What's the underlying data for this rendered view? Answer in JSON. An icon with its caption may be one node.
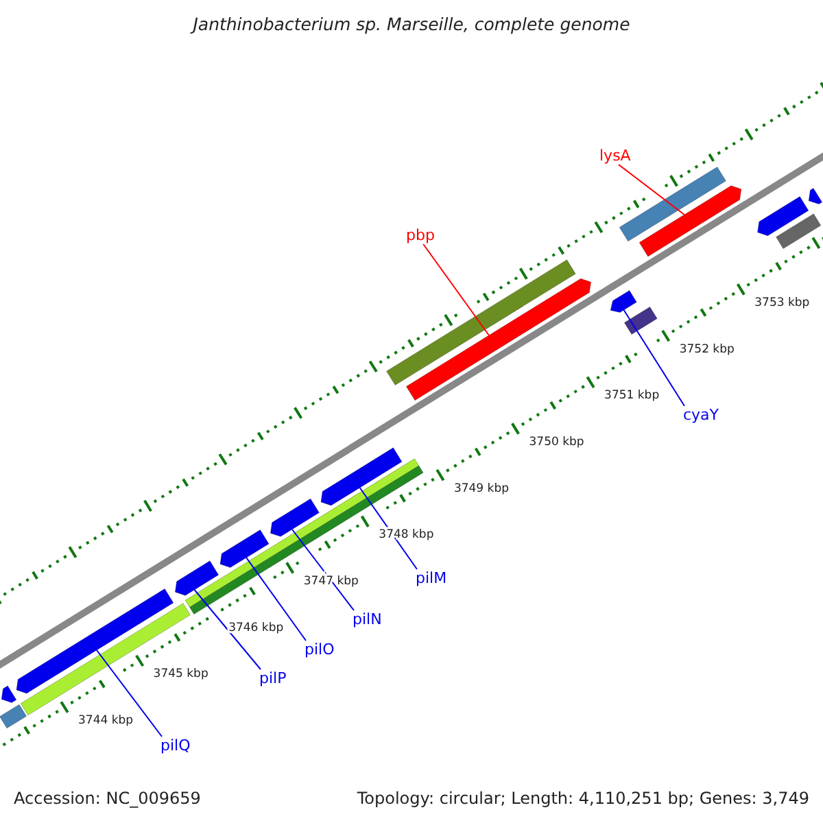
{
  "diagram": {
    "title": "Janthinobacterium sp. Marseille, complete genome",
    "nodes": [
      {
        "text": [
          "lysA"
        ]
      },
      {
        "text": [
          "pbp"
        ]
      },
      {
        "text": [
          "cyaY"
        ]
      },
      {
        "text": [
          "pilM"
        ]
      },
      {
        "text": [
          "pilN"
        ]
      },
      {
        "text": [
          "pilO"
        ]
      },
      {
        "text": [
          "pilP"
        ]
      },
      {
        "text": [
          "pilQ"
        ]
      },
      {
        "text": [],
        "shape": "bar"
      },
      {
        "text": [],
        "shape": "bar"
      },
      {
        "text": [],
        "shape": "bar"
      },
      {
        "text": [],
        "shape": "bar"
      },
      {
        "text": [],
        "shape": "bar"
      },
      {
        "text": [],
        "shape": "bar"
      },
      {
        "text": [],
        "shape": "bar"
      },
      {
        "text": [],
        "shape": "bar"
      },
      {
        "text": [],
        "shape": "bar"
      },
      {
        "text": [],
        "shape": "bar"
      },
      {
        "text": [],
        "shape": "bar"
      },
      {
        "text": [],
        "shape": "bar"
      },
      {
        "text": [],
        "shape": "bar"
      },
      {
        "text": [],
        "shape": "bar"
      },
      {
        "text": [],
        "shape": "bar"
      },
      {
        "text": [],
        "shape": "bar"
      },
      {
        "text": [],
        "shape": "bar"
      },
      {
        "text": [],
        "shape": "bar"
      },
      {
        "text": [],
        "shape": "bar"
      }
    ],
    "edges": [
      {
        "from": 7,
        "to": 8,
        "arrow": "none"
      },
      {
        "from": 6,
        "to": 9,
        "arrow": "none"
      },
      {
        "from": 5,
        "to": 10,
        "arrow": "none"
      },
      {
        "from": 4,
        "to": 11,
        "arrow": "none"
      },
      {
        "from": 3,
        "to": 12,
        "arrow": "none"
      },
      {
        "from": 1,
        "to": 13,
        "arrow": "none",
        "color": "#ff0000"
      },
      {
        "from": 2,
        "to": 14,
        "arrow": "none"
      },
      {
        "from": 0,
        "to": 15,
        "arrow": "none",
        "color": "#ff0000"
      }
    ],
    "labels": [
      "3753 kbp",
      "3752 kbp",
      "3751 kbp",
      "3750 kbp",
      "3749 kbp",
      "3748 kbp",
      "3747 kbp",
      "3746 kbp",
      "3745 kbp",
      "3744 kbp",
      "Accession: NC_009659",
      "Topology: circular; Length: 4,110,251 bp; Genes: 3,749"
    ]
  }
}
